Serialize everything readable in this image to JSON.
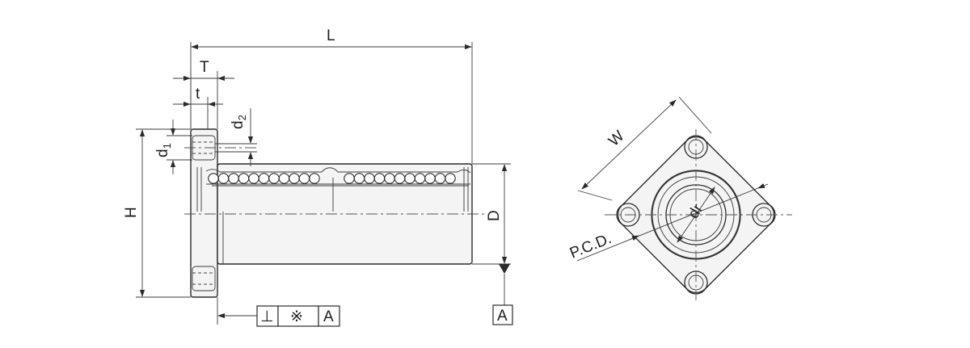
{
  "dimensions": {
    "L": "L",
    "T": "T",
    "t": "t",
    "d2_main": "d",
    "d2_sub": "2",
    "d1_main": "d",
    "d1_sub": "1",
    "H": "H",
    "D": "D",
    "W": "W",
    "dr": "dr",
    "pcd": "P.C.D."
  },
  "tolerance_frame": {
    "symbol": "⊥",
    "value": "※",
    "datum": "A"
  },
  "datum_label": "A",
  "colors": {
    "line": "#2b2b2b",
    "fill": "#f4f4f4"
  }
}
